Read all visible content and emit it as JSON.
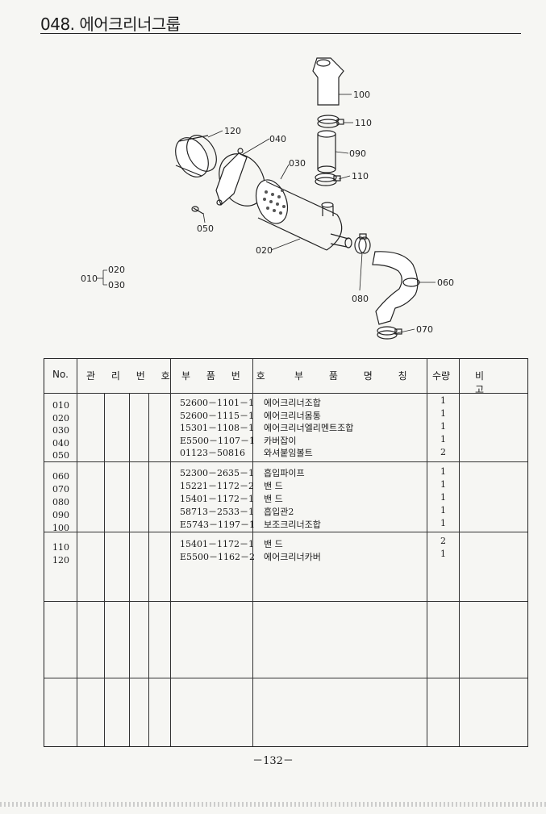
{
  "header": {
    "title": "048. 에어크리너그룹"
  },
  "diagram": {
    "callouts": {
      "c100": "100",
      "c110a": "110",
      "c090": "090",
      "c110b": "110",
      "c120": "120",
      "c040": "040",
      "c030": "030",
      "c050": "050",
      "c020": "020",
      "c080": "080",
      "c060": "060",
      "c070": "070"
    },
    "assembly_legend": {
      "parent": "010",
      "child_1": "020",
      "child_2": "030"
    }
  },
  "table": {
    "headers": {
      "no": "No.",
      "control_no": "관 리 번 호",
      "part_no": "부 품 번 호",
      "part_name": "부 품 명 칭",
      "qty": "수량",
      "remarks": "비 고"
    },
    "groups": [
      {
        "nos": [
          "010",
          "020",
          "030",
          "040",
          "050"
        ],
        "part_numbers": [
          "52600－1101－1",
          "52600－1115－1",
          "15301－1108－1",
          "E5500－1107－1",
          "01123－50816"
        ],
        "part_names": [
          "에어크리너조합",
          "에어크리너몸통",
          "에어크리너엘리멘트조합",
          "카버잡이",
          "와셔붙임볼트"
        ],
        "quantities": [
          "1",
          "1",
          "1",
          "1",
          "2"
        ]
      },
      {
        "nos": [
          "060",
          "070",
          "080",
          "090",
          "100"
        ],
        "part_numbers": [
          "52300－2635－1",
          "15221－1172－2",
          "15401－1172－1",
          "58713－2533－1",
          "E5743－1197－1"
        ],
        "part_names": [
          "흡입파이프",
          "밴 드",
          "밴 드",
          "흡입관2",
          "보조크리너조합"
        ],
        "quantities": [
          "1",
          "1",
          "1",
          "1",
          "1"
        ]
      },
      {
        "nos": [
          "110",
          "120"
        ],
        "part_numbers": [
          "15401－1172－1",
          "E5500－1162－2"
        ],
        "part_names": [
          "밴 드",
          "에어크리너카버"
        ],
        "quantities": [
          "2",
          "1"
        ]
      }
    ]
  },
  "footer": {
    "page_number": "－132－"
  }
}
